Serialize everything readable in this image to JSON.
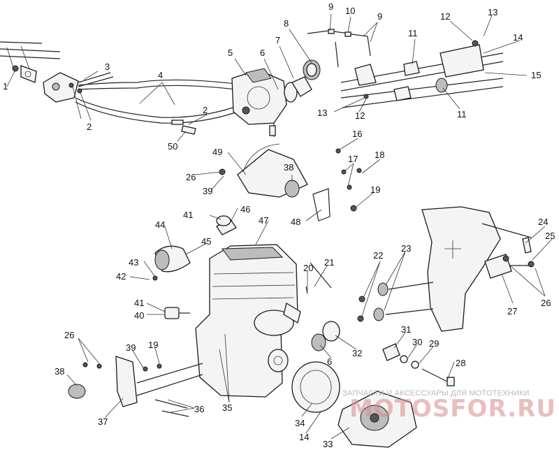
{
  "callouts": [
    {
      "id": "c1",
      "text": "1"
    },
    {
      "id": "c2a",
      "text": "2"
    },
    {
      "id": "c2b",
      "text": "2"
    },
    {
      "id": "c3",
      "text": "3"
    },
    {
      "id": "c4",
      "text": "4"
    },
    {
      "id": "c5",
      "text": "5"
    },
    {
      "id": "c6a",
      "text": "6"
    },
    {
      "id": "c6b",
      "text": "6"
    },
    {
      "id": "c7",
      "text": "7"
    },
    {
      "id": "c8",
      "text": "8"
    },
    {
      "id": "c9a",
      "text": "9"
    },
    {
      "id": "c9b",
      "text": "9"
    },
    {
      "id": "c10",
      "text": "10"
    },
    {
      "id": "c11a",
      "text": "11"
    },
    {
      "id": "c11b",
      "text": "11"
    },
    {
      "id": "c12a",
      "text": "12"
    },
    {
      "id": "c12b",
      "text": "12"
    },
    {
      "id": "c13a",
      "text": "13"
    },
    {
      "id": "c13b",
      "text": "13"
    },
    {
      "id": "c14a",
      "text": "14"
    },
    {
      "id": "c14b",
      "text": "14"
    },
    {
      "id": "c15",
      "text": "15"
    },
    {
      "id": "c16",
      "text": "16"
    },
    {
      "id": "c17",
      "text": "17"
    },
    {
      "id": "c18",
      "text": "18"
    },
    {
      "id": "c19a",
      "text": "19"
    },
    {
      "id": "c19b",
      "text": "19"
    },
    {
      "id": "c20",
      "text": "20"
    },
    {
      "id": "c21",
      "text": "21"
    },
    {
      "id": "c22",
      "text": "22"
    },
    {
      "id": "c23",
      "text": "23"
    },
    {
      "id": "c24",
      "text": "24"
    },
    {
      "id": "c25",
      "text": "25"
    },
    {
      "id": "c26a",
      "text": "26"
    },
    {
      "id": "c26b",
      "text": "26"
    },
    {
      "id": "c26c",
      "text": "26"
    },
    {
      "id": "c27",
      "text": "27"
    },
    {
      "id": "c28",
      "text": "28"
    },
    {
      "id": "c29",
      "text": "29"
    },
    {
      "id": "c30",
      "text": "30"
    },
    {
      "id": "c31",
      "text": "31"
    },
    {
      "id": "c32",
      "text": "32"
    },
    {
      "id": "c33",
      "text": "33"
    },
    {
      "id": "c34",
      "text": "34"
    },
    {
      "id": "c35",
      "text": "35"
    },
    {
      "id": "c36",
      "text": "36"
    },
    {
      "id": "c37",
      "text": "37"
    },
    {
      "id": "c38a",
      "text": "38"
    },
    {
      "id": "c38b",
      "text": "38"
    },
    {
      "id": "c39a",
      "text": "39"
    },
    {
      "id": "c39b",
      "text": "39"
    },
    {
      "id": "c40",
      "text": "40"
    },
    {
      "id": "c41a",
      "text": "41"
    },
    {
      "id": "c41b",
      "text": "41"
    },
    {
      "id": "c42",
      "text": "42"
    },
    {
      "id": "c43",
      "text": "43"
    },
    {
      "id": "c44",
      "text": "44"
    },
    {
      "id": "c45",
      "text": "45"
    },
    {
      "id": "c46",
      "text": "46"
    },
    {
      "id": "c47",
      "text": "47"
    },
    {
      "id": "c48",
      "text": "48"
    },
    {
      "id": "c49",
      "text": "49"
    },
    {
      "id": "c50",
      "text": "50"
    }
  ],
  "watermark": {
    "tagline": "ЗАПЧАСТИ И АКСЕССУАРЫ ДЛЯ МОТОТЕХНИКИ",
    "logo": "MOTOSFOR.RU"
  }
}
